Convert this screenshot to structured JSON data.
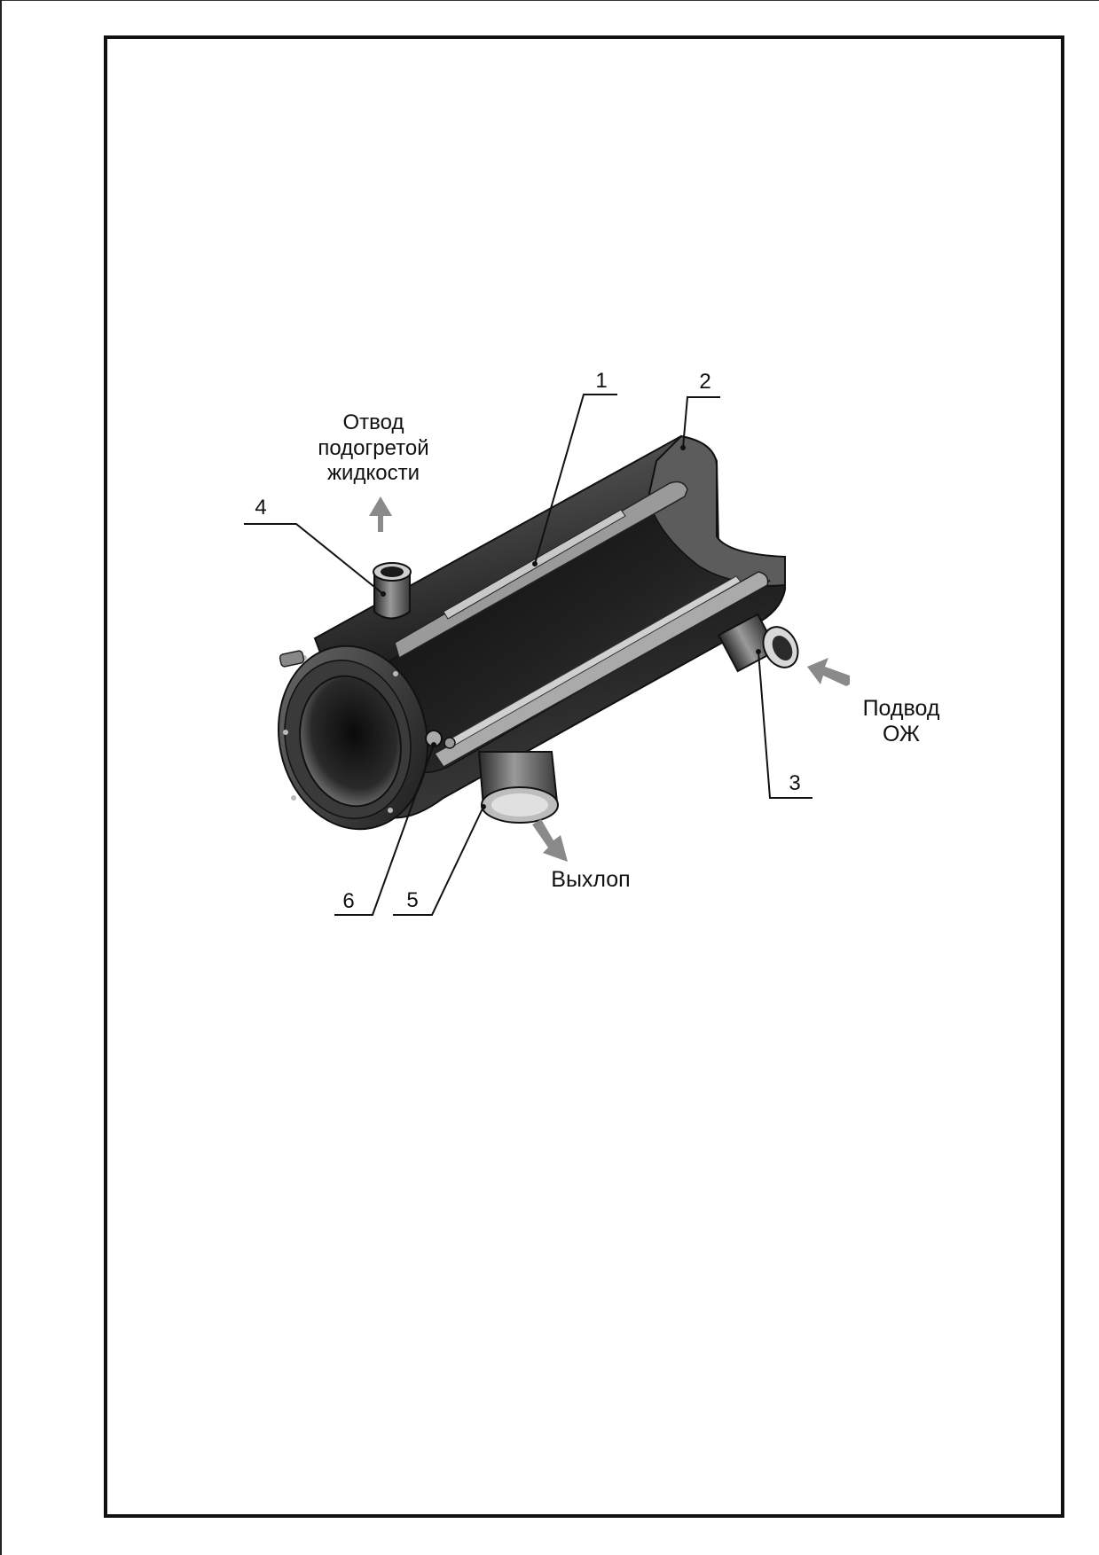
{
  "callouts": {
    "c1": "1",
    "c2": "2",
    "c3": "3",
    "c4": "4",
    "c5": "5",
    "c6": "6"
  },
  "annotations": {
    "outlet_line1": "Отвод",
    "outlet_line2": "подогретой",
    "outlet_line3": "жидкости",
    "inlet_line1": "Подвод",
    "inlet_line2": "ОЖ",
    "exhaust": "Выхлоп"
  },
  "colors": {
    "frame": "#111111",
    "body_dark": "#1a1a1a",
    "body_mid": "#5a5a5a",
    "body_light": "#b8b8b8",
    "arrow": "#8a8a8a"
  }
}
